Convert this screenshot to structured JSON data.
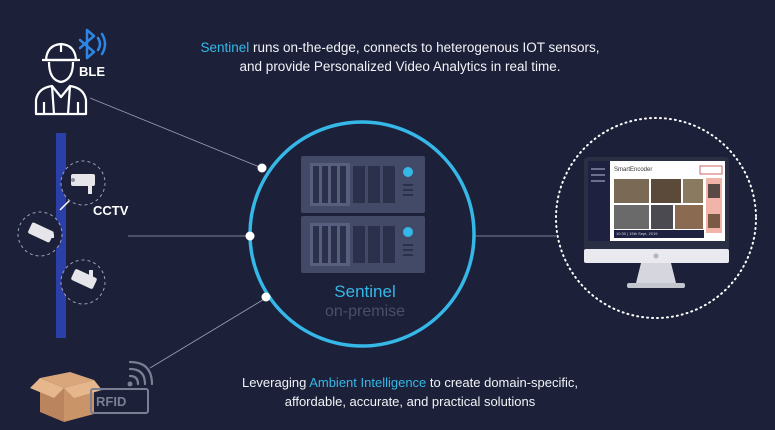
{
  "top_text": {
    "highlight": "Sentinel",
    "line1_rest": " runs on-the-edge, connects to heterogenous IOT sensors,",
    "line2": "and provide Personalized Video Analytics in real time."
  },
  "bottom_text": {
    "prefix": "Leveraging ",
    "highlight": "Ambient Intelligence",
    "line1_rest": " to create domain-specific,",
    "line2": "affordable, accurate, and practical solutions"
  },
  "sentinel": {
    "name": "Sentinel",
    "subtitle": "on-premise"
  },
  "sensors": {
    "ble": "BLE",
    "cctv": "CCTV",
    "rfid": "RFID"
  },
  "monitor": {
    "app_title": "SmartEncoder",
    "status_text": "10:30 | 15th Sept, 2019"
  },
  "colors": {
    "background": "#1c2039",
    "accent": "#35b8e8",
    "pole": "#2a3fa8"
  }
}
